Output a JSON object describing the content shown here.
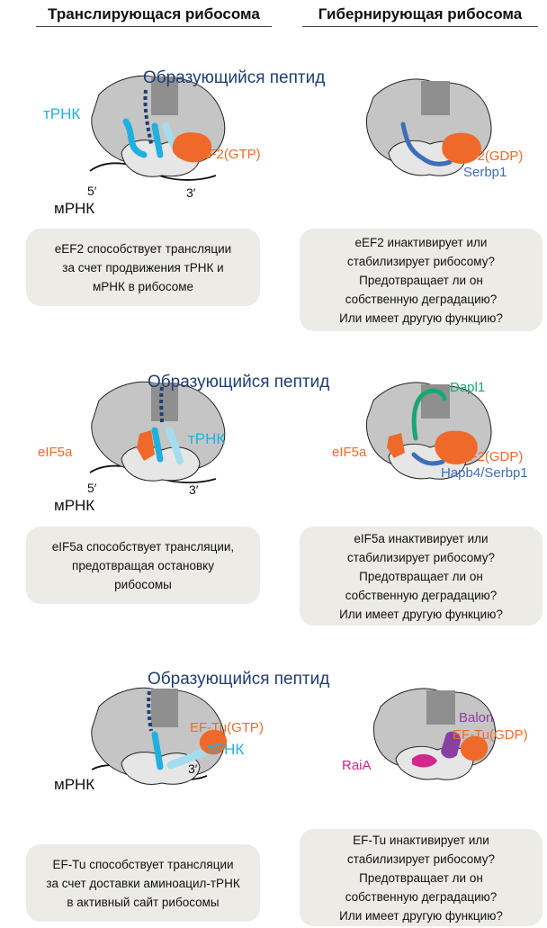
{
  "headers": {
    "left": "Транслирующася рибосома",
    "right": "Гибернирующая рибосома"
  },
  "rows": [
    {
      "left": {
        "peptide": "Образующийся пептид",
        "trna": "тРНК",
        "factor": "eEF2(GTP)",
        "p5": "5′",
        "p3": "3′",
        "mrna": "мРНК",
        "box": [
          "eEF2 способствует трансляции",
          "за счет продвижения тРНК и",
          "мРНК в рибосоме"
        ]
      },
      "right": {
        "factor": "eEF2(GDP)",
        "partner": "Serbp1",
        "box": [
          "eEF2 инактивирует или",
          "стабилизирует рибосому?",
          "Предотвращает ли он",
          "собственную деградацию?",
          "Или имеет другую функцию?"
        ]
      }
    },
    {
      "left": {
        "peptide": "Образующийся пептид",
        "trna": "тРНК",
        "factor": "eIF5a",
        "p5": "5′",
        "p3": "3′",
        "mrna": "мРНК",
        "box": [
          "eIF5a способствует трансляции,",
          "предотвращая остановку",
          "рибосомы"
        ]
      },
      "right": {
        "dapl": "Dapl1",
        "factor_a": "eIF5a",
        "factor_b": "eEF2(GDP)",
        "partner": "Hapb4/Serbp1",
        "box": [
          "eIF5a инактивирует или",
          "стабилизирует рибосому?",
          "Предотвращает ли он",
          "собственную деградацию?",
          "Или имеет другую функцию?"
        ]
      }
    },
    {
      "left": {
        "peptide": "Образующийся пептид",
        "trna": "тРНК",
        "factor": "EF-Tu(GTP)",
        "p3": "3′",
        "mrna": "мРНК",
        "box": [
          "EF-Tu способствует трансляции",
          "за счет доставки аминоацил-тРНК",
          "в активный сайт рибосомы"
        ]
      },
      "right": {
        "balon": "Balon",
        "factor": "EF-Tu(GDP)",
        "raia": "RaiA",
        "box": [
          "EF-Tu инактивирует или",
          "стабилизирует рибосому?",
          "Предотвращает ли он",
          "собственную деградацию?",
          "Или имеет другую функцию?"
        ]
      }
    }
  ],
  "colors": {
    "ribosome_small": "#e3e3e3",
    "ribosome_large": "#bdbdbd",
    "ribosome_dark": "#8f8f8f",
    "peptide": "#1f3f72",
    "trna": "#20b0e0",
    "factor": "#ef6a2a",
    "serbp1": "#3e6eb5",
    "dapl1": "#1aa673",
    "balon": "#8a3fa3",
    "raia": "#d4278e"
  },
  "icons": [
    "ribosome-icon",
    "trna-icon",
    "peptide-chain-icon",
    "mrna-strand-icon"
  ]
}
